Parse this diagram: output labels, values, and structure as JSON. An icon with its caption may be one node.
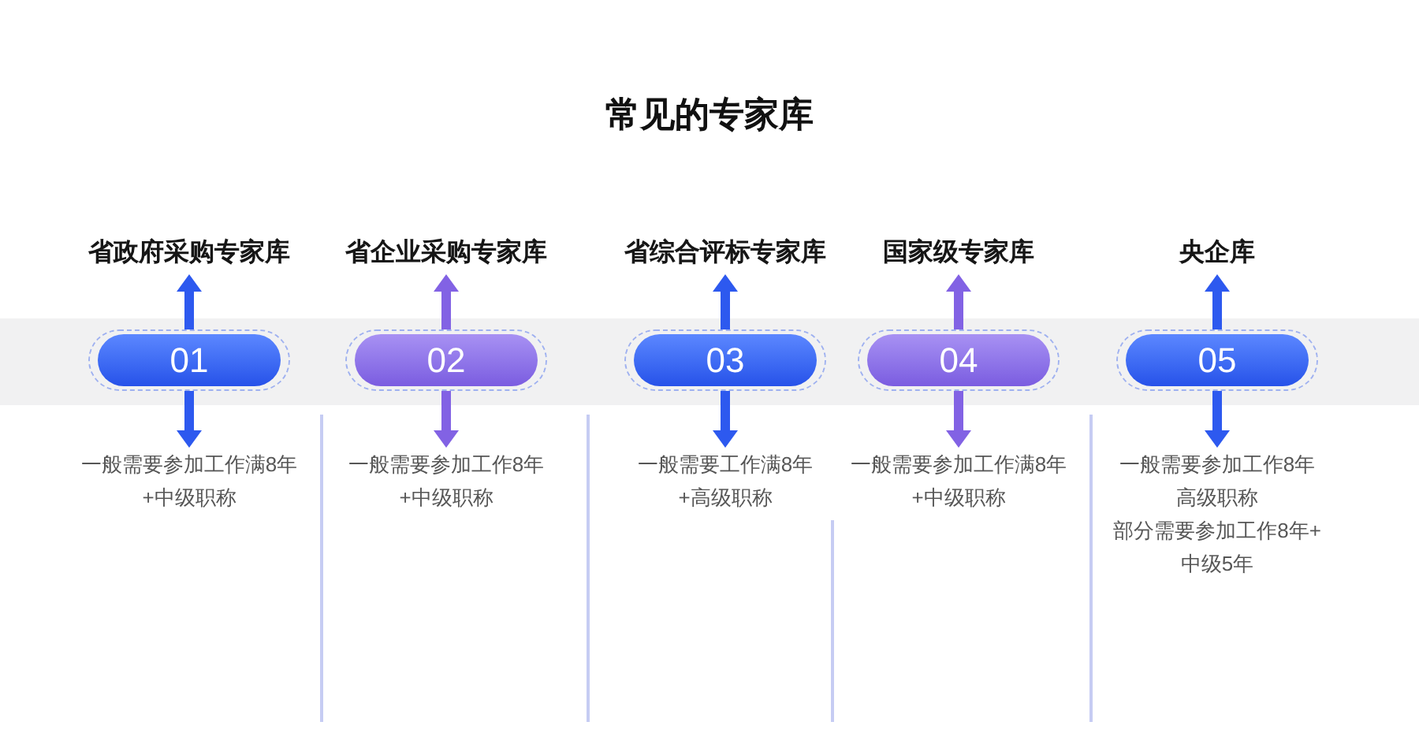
{
  "diagram": {
    "title": "常见的专家库",
    "nodes": [
      {
        "text": [
          "省政府采购专家库"
        ]
      },
      {
        "text": [
          "01"
        ]
      },
      {
        "text": [
          "一般需要参加工作满8年+中级职称"
        ]
      },
      {
        "text": [
          "省企业采购专家库"
        ]
      },
      {
        "text": [
          "02"
        ]
      },
      {
        "text": [
          "一般需要参加工作8年+中级职称"
        ]
      },
      {
        "text": [
          "省综合评标专家库"
        ]
      },
      {
        "text": [
          "03"
        ]
      },
      {
        "text": [
          "一般需要工作满8年+高级职称"
        ]
      },
      {
        "text": [
          "国家级专家库"
        ]
      },
      {
        "text": [
          "04"
        ]
      },
      {
        "text": [
          "一般需要参加工作满8年+中级职称"
        ]
      },
      {
        "text": [
          "央企库"
        ]
      },
      {
        "text": [
          "05"
        ]
      },
      {
        "text": [
          "一般需要参加工作8年高级职称",
          "部分需要参加工作8年+中级5年"
        ]
      }
    ],
    "edges": [
      {
        "from": 1,
        "to": 0,
        "arrow": "to"
      },
      {
        "from": 1,
        "to": 2,
        "arrow": "to"
      },
      {
        "from": 4,
        "to": 3,
        "arrow": "to",
        "color": "#8262e4"
      },
      {
        "from": 4,
        "to": 5,
        "arrow": "to",
        "color": "#8262e4"
      },
      {
        "from": 7,
        "to": 6,
        "arrow": "to"
      },
      {
        "from": 7,
        "to": 8,
        "arrow": "to"
      },
      {
        "from": 10,
        "to": 9,
        "arrow": "to",
        "color": "#8262e4"
      },
      {
        "from": 10,
        "to": 11,
        "arrow": "to",
        "color": "#8262e4"
      },
      {
        "from": 13,
        "to": 12,
        "arrow": "to"
      },
      {
        "from": 13,
        "to": 14,
        "arrow": "to"
      }
    ]
  }
}
